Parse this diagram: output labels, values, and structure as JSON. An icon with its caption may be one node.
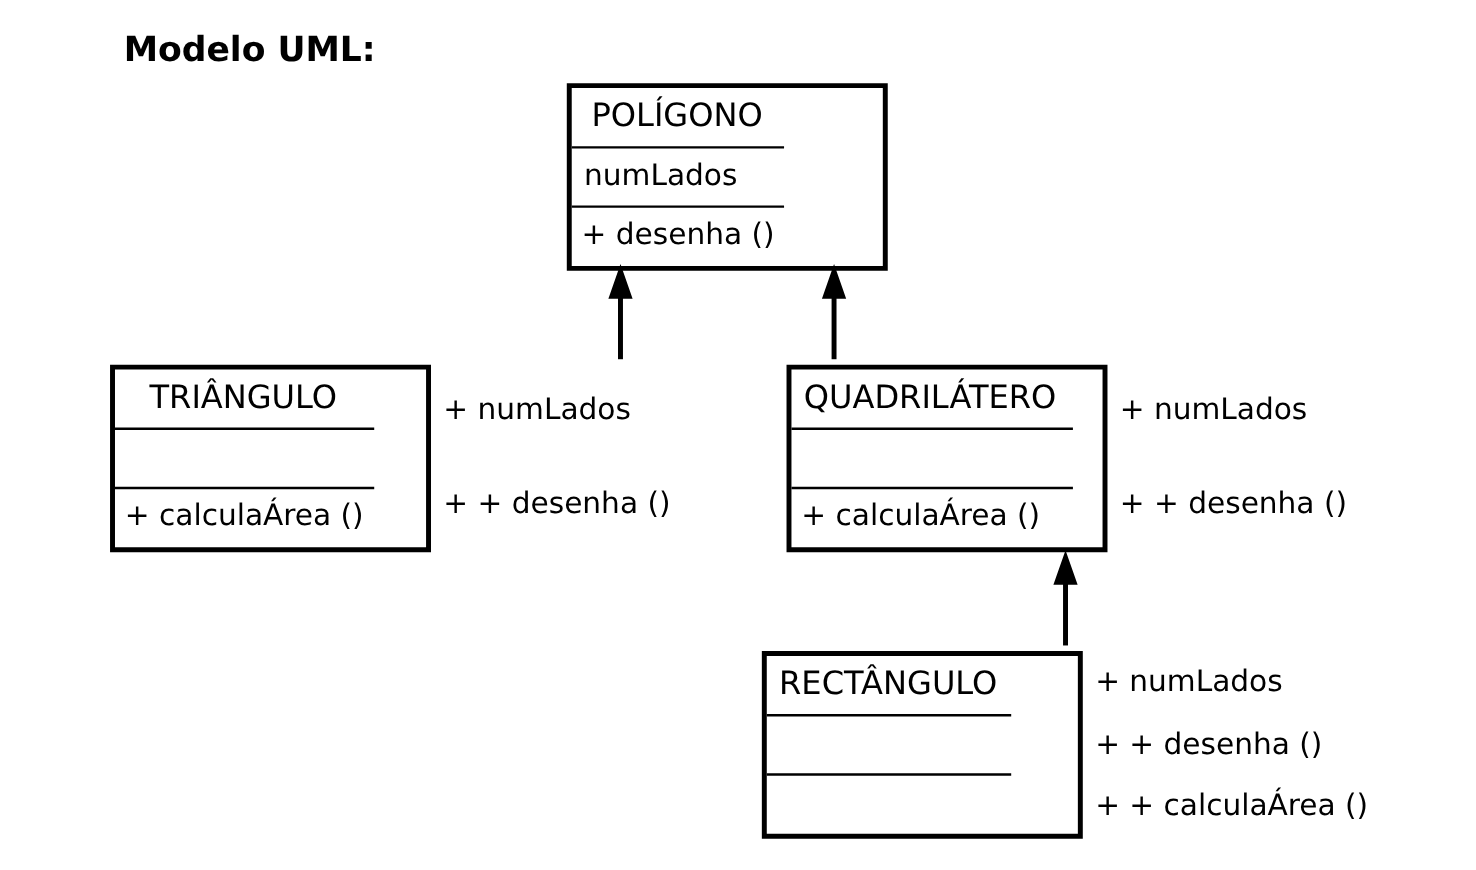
{
  "diagram": {
    "title": "Modelo UML:",
    "nodes": [
      {
        "text": [
          "POLÍGONO",
          "numLados",
          "+ desenha ()"
        ]
      },
      {
        "text": [
          "TRIÂNGULO",
          "+ calculaÁrea ()"
        ],
        "beside": [
          "+ numLados",
          "+ + desenha ()"
        ]
      },
      {
        "text": [
          "QUADRILÁTERO",
          "+ calculaÁrea ()"
        ],
        "beside": [
          "+ numLados",
          "+ + desenha ()"
        ]
      },
      {
        "text": [
          "RECTÂNGULO"
        ],
        "beside": [
          "+ numLados",
          "+ + desenha ()",
          "+ + calculaÁrea ()"
        ]
      }
    ],
    "edges": [
      {
        "from": 1,
        "to": 0,
        "arrow": "to"
      },
      {
        "from": 2,
        "to": 0,
        "arrow": "to"
      },
      {
        "from": 3,
        "to": 2,
        "arrow": "to"
      }
    ]
  }
}
